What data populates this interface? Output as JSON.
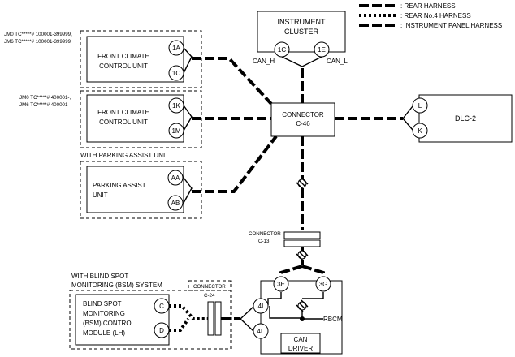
{
  "legend": {
    "rear_harness": ": REAR HARNESS",
    "rear_no4_harness": ": REAR No.4 HARNESS",
    "instrument_panel_harness": ": INSTRUMENT PANEL HARNESS"
  },
  "instrument_cluster": {
    "line1": "INSTRUMENT",
    "line2": "CLUSTER",
    "pin_1c": "1C",
    "pin_1e": "1E",
    "can_h": "CAN_H",
    "can_l": "CAN_L"
  },
  "front_climate_1": {
    "note_line1": "JM0 TC*****# 100001-399999,",
    "note_line2": "JM6 TC*****# 100001-399999",
    "line1": "FRONT CLIMATE",
    "line2": "CONTROL UNIT",
    "pin_a": "1A",
    "pin_b": "1C"
  },
  "front_climate_2": {
    "note_line1": "JM0 TC*****# 400001-,",
    "note_line2": "JM6 TC*****# 400001-",
    "line1": "FRONT CLIMATE",
    "line2": "CONTROL UNIT",
    "pin_a": "1K",
    "pin_b": "1M"
  },
  "parking_assist": {
    "group_label": "WITH PARKING ASSIST UNIT",
    "line1": "PARKING ASSIST",
    "line2": "UNIT",
    "pin_a": "AA",
    "pin_b": "AB"
  },
  "connector_c46": {
    "line1": "CONNECTOR",
    "line2": "C-46"
  },
  "dlc2": {
    "label": "DLC-2",
    "pin_l": "L",
    "pin_k": "K"
  },
  "connector_c13": {
    "line1": "CONNECTOR",
    "line2": "C-13"
  },
  "bsm": {
    "group_line1": "WITH BLIND SPOT",
    "group_line2": "MONITORING (BSM) SYSTEM",
    "line1": "BLIND SPOT",
    "line2": "MONITORING",
    "line3": "(BSM) CONTROL",
    "line4": "MODULE (LH)",
    "pin_c": "C",
    "pin_d": "D"
  },
  "connector_c24": {
    "line1": "CONNECTOR",
    "line2": "C-24"
  },
  "rbcm": {
    "label": "RBCM",
    "pin_3e": "3E",
    "pin_3g": "3G",
    "pin_4i": "4I",
    "pin_4l": "4L",
    "can_driver_line1": "CAN",
    "can_driver_line2": "DRIVER"
  }
}
